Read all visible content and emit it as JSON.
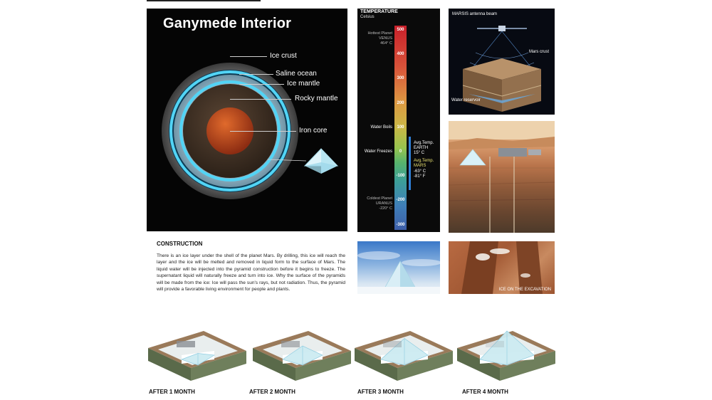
{
  "ganymede": {
    "title": "Ganymede Interior",
    "labels": {
      "ice_crust": "Ice crust",
      "saline_ocean": "Saline ocean",
      "ice_mantle": "Ice mantle",
      "rocky_mantle": "Rocky mantle",
      "iron_core": "Iron core"
    }
  },
  "temperature": {
    "title": "TEMPERATURE",
    "unit": "Celsius",
    "ticks": [
      "500",
      "400",
      "300",
      "200",
      "100",
      "0",
      "-100",
      "-200",
      "-300"
    ],
    "hottest": "Hottest Planet\nVENUS\n464° C",
    "water_boils": "Water Boils",
    "water_freezes": "Water Freezes",
    "coldest": "Coldest Planet\nURANUS\n-220° C",
    "earth": "Avg.Temp.\nEARTH\n15° C",
    "mars_head": "Avg.Temp.\nMARS",
    "mars": "-63° C\n-81° F"
  },
  "marsis": {
    "beam": "MARSIS antenna beam",
    "crust": "Mars crust",
    "reservoir": "Water reservoir"
  },
  "excavation": {
    "caption": "ICE ON THE EXCAVATION"
  },
  "construction": {
    "title": "CONSTRUCTION",
    "body": "There is an ice layer under the shell of the planet Mars. By drilling, this ice will reach the layer and the ice will be melted and removed in liquid form to the surface of Mars. The liquid water will be injected into the pyramid construction before it begins to freeze. The supernatant liquid will naturally freeze and turn into ice. Why the surface of the pyramids will be made from the ice: Ice will pass the sun's rays, but not radiation. Thus, the pyramid will provide a favorable living environment for people and plants."
  },
  "stages": [
    {
      "caption": "AFTER 1 MONTH",
      "progress": 0.25
    },
    {
      "caption": "AFTER 2 MONTH",
      "progress": 0.5
    },
    {
      "caption": "AFTER 3 MONTH",
      "progress": 0.75
    },
    {
      "caption": "AFTER 4 MONTH",
      "progress": 1.0
    }
  ],
  "colors": {
    "ocean": "#52d4f5",
    "core": "#c04a1e",
    "mars_text": "#e8e070",
    "avg_bar": "#2f7fd6"
  }
}
